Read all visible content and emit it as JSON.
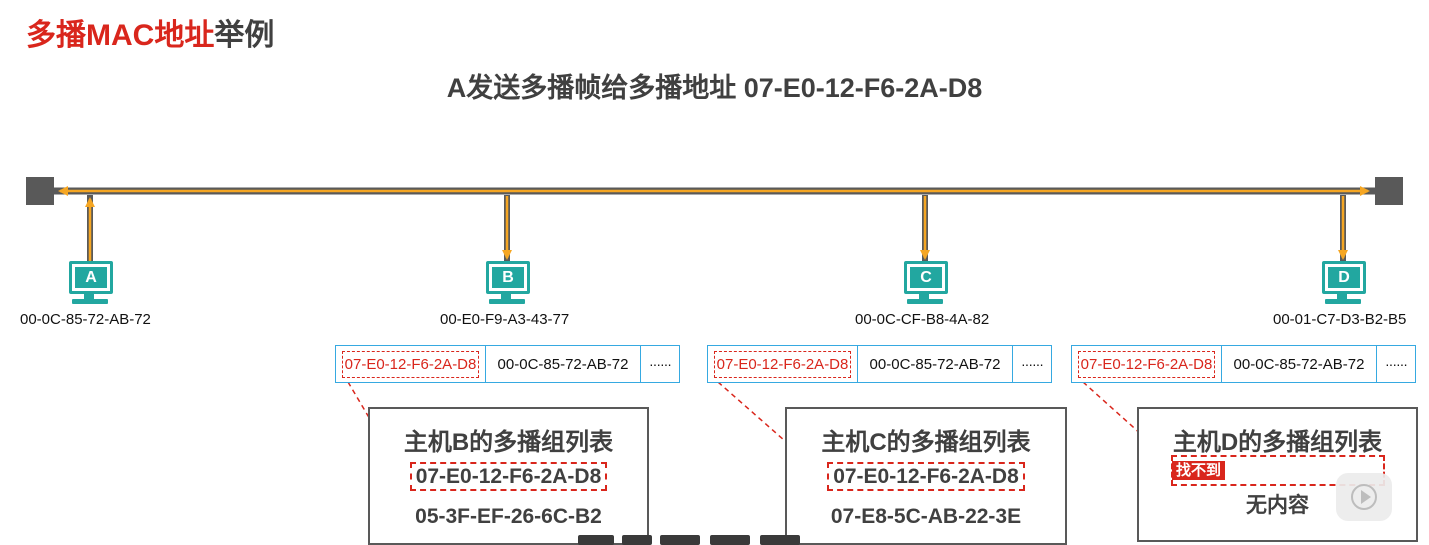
{
  "title": {
    "red_part": "多播MAC地址",
    "gray_part": "举例"
  },
  "subtitle": "A发送多播帧给多播地址   07-E0-12-F6-2A-D8",
  "hosts": [
    {
      "label": "A",
      "mac": "00-0C-85-72-AB-72"
    },
    {
      "label": "B",
      "mac": "00-E0-F9-A3-43-77"
    },
    {
      "label": "C",
      "mac": "00-0C-CF-B8-4A-82"
    },
    {
      "label": "D",
      "mac": "00-01-C7-D3-B2-B5"
    }
  ],
  "frame": {
    "dst": "07-E0-12-F6-2A-D8",
    "src": "00-0C-85-72-AB-72",
    "more": "······"
  },
  "groups": [
    {
      "title": "主机B的多播组列表",
      "entries": [
        "07-E0-12-F6-2A-D8",
        "05-3F-EF-26-6C-B2"
      ]
    },
    {
      "title": "主机C的多播组列表",
      "entries": [
        "07-E0-12-F6-2A-D8",
        "07-E8-5C-AB-22-3E"
      ]
    },
    {
      "title": "主机D的多播组列表",
      "not_found": "找不到",
      "empty_text": "无内容"
    }
  ],
  "colors": {
    "accent_red": "#d9261c",
    "teal": "#22a7a0",
    "bus_orange": "#f5a623",
    "frame_blue": "#36a9e1"
  },
  "icons": [
    "play-icon"
  ]
}
